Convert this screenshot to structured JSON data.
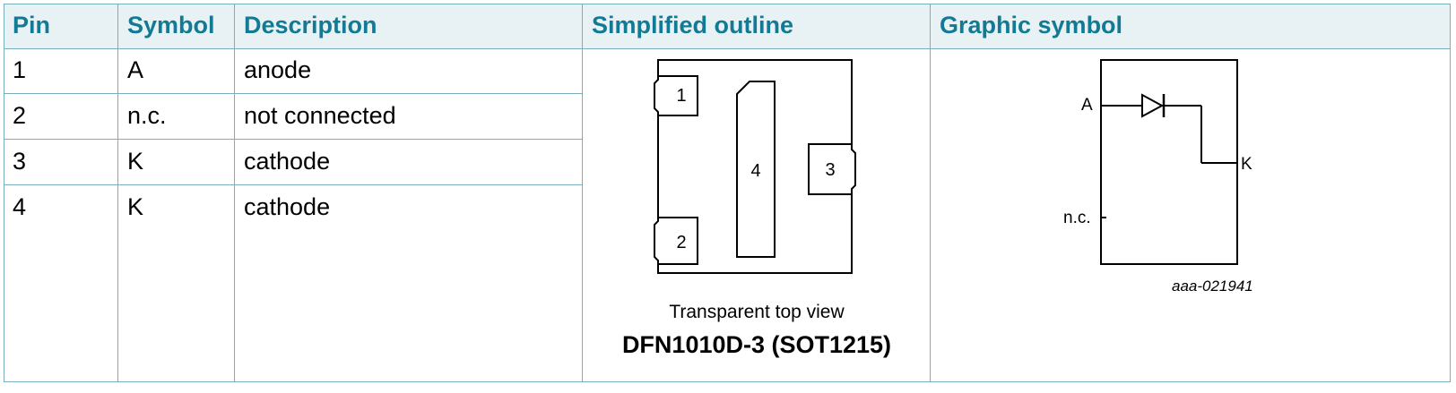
{
  "headers": {
    "pin": "Pin",
    "symbol": "Symbol",
    "description": "Description",
    "outline": "Simplified outline",
    "graphic": "Graphic symbol"
  },
  "rows": [
    {
      "pin": "1",
      "symbol": "A",
      "description": "anode"
    },
    {
      "pin": "2",
      "symbol": "n.c.",
      "description": "not connected"
    },
    {
      "pin": "3",
      "symbol": "K",
      "description": "cathode"
    },
    {
      "pin": "4",
      "symbol": "K",
      "description": "cathode"
    }
  ],
  "outline": {
    "pads": [
      "1",
      "2",
      "3",
      "4"
    ],
    "caption": "Transparent top view",
    "package": "DFN1010D-3 (SOT1215)"
  },
  "symbol": {
    "label_a": "A",
    "label_k": "K",
    "label_nc": "n.c.",
    "code": "aaa-021941"
  },
  "colors": {
    "header_text": "#127a94",
    "header_bg": "#e8f2f4",
    "border": "#7aaebf"
  }
}
